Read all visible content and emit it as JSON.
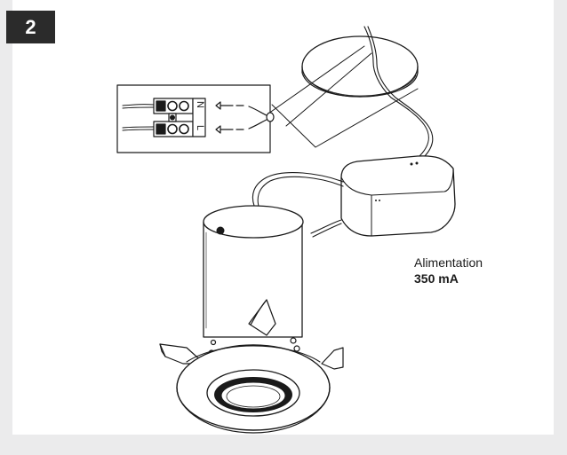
{
  "step": {
    "number": "2"
  },
  "supply": {
    "label": "Alimentation",
    "value": "350 mA"
  },
  "terminal": {
    "top_letter": "N",
    "bottom_letter": "L"
  },
  "colors": {
    "panel_background": "#ebebec",
    "badge_background": "#2b2b2b",
    "line": "#1a1a1a"
  }
}
